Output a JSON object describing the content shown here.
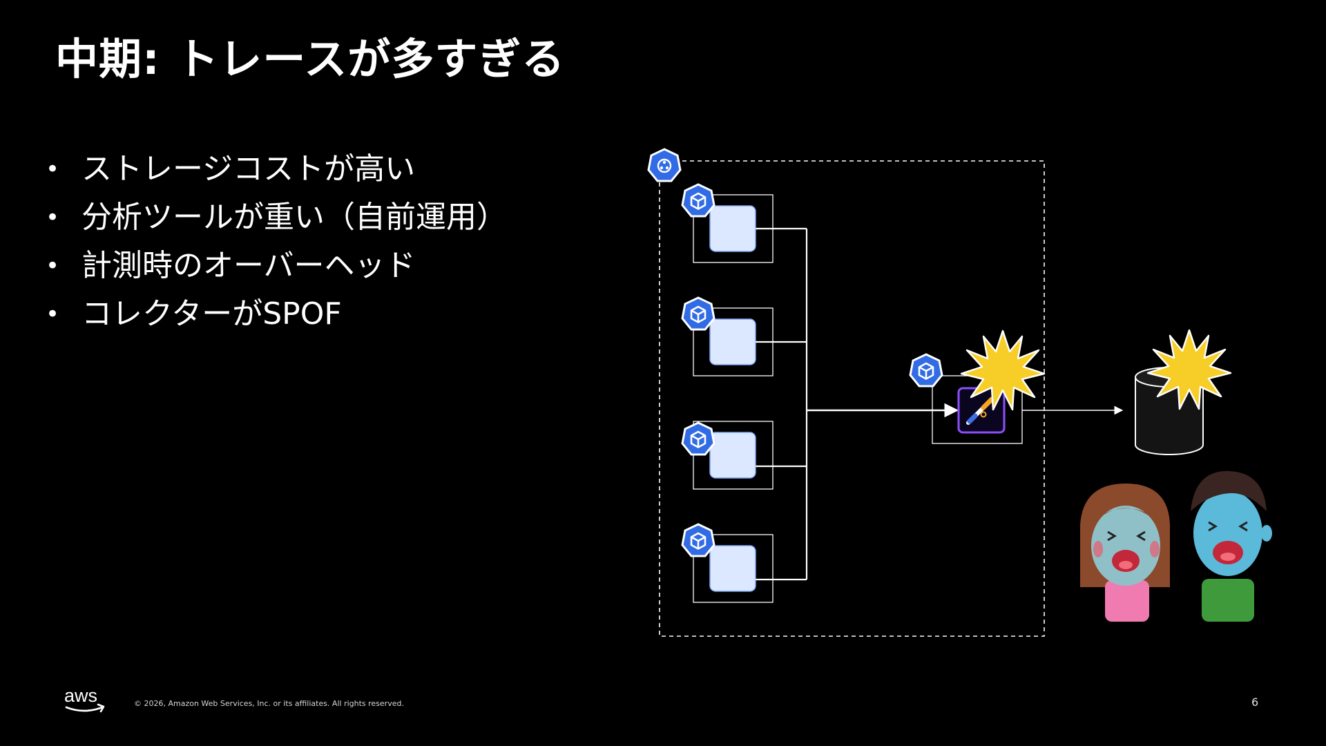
{
  "slide": {
    "title": "中期: トレースが多すぎる",
    "bullets": [
      "ストレージコストが高い",
      "分析ツールが重い（自前運用）",
      "計測時のオーバーヘッド",
      "コレクターがSPOF"
    ],
    "bullet_glyph": "•",
    "footer": {
      "logo": "aws",
      "copyright": "© 2026, Amazon Web Services, Inc. or its affiliates. All rights reserved.",
      "page_number": "6"
    }
  },
  "diagram": {
    "cluster_icon": "kubernetes-cluster-icon",
    "pod_icon": "kubernetes-pod-icon",
    "collector_icon": "telescope-icon",
    "storage_icon": "database-icon",
    "explosion_icon": "explosion-burst-icon",
    "people_icon": "crying-people-illustration",
    "pod_count": 4,
    "colors": {
      "k8s_blue": "#326CE5",
      "pod_fill": "#DCE8FF",
      "explosion": "#F6CE27",
      "collector_border": "#8C4FFF"
    }
  }
}
